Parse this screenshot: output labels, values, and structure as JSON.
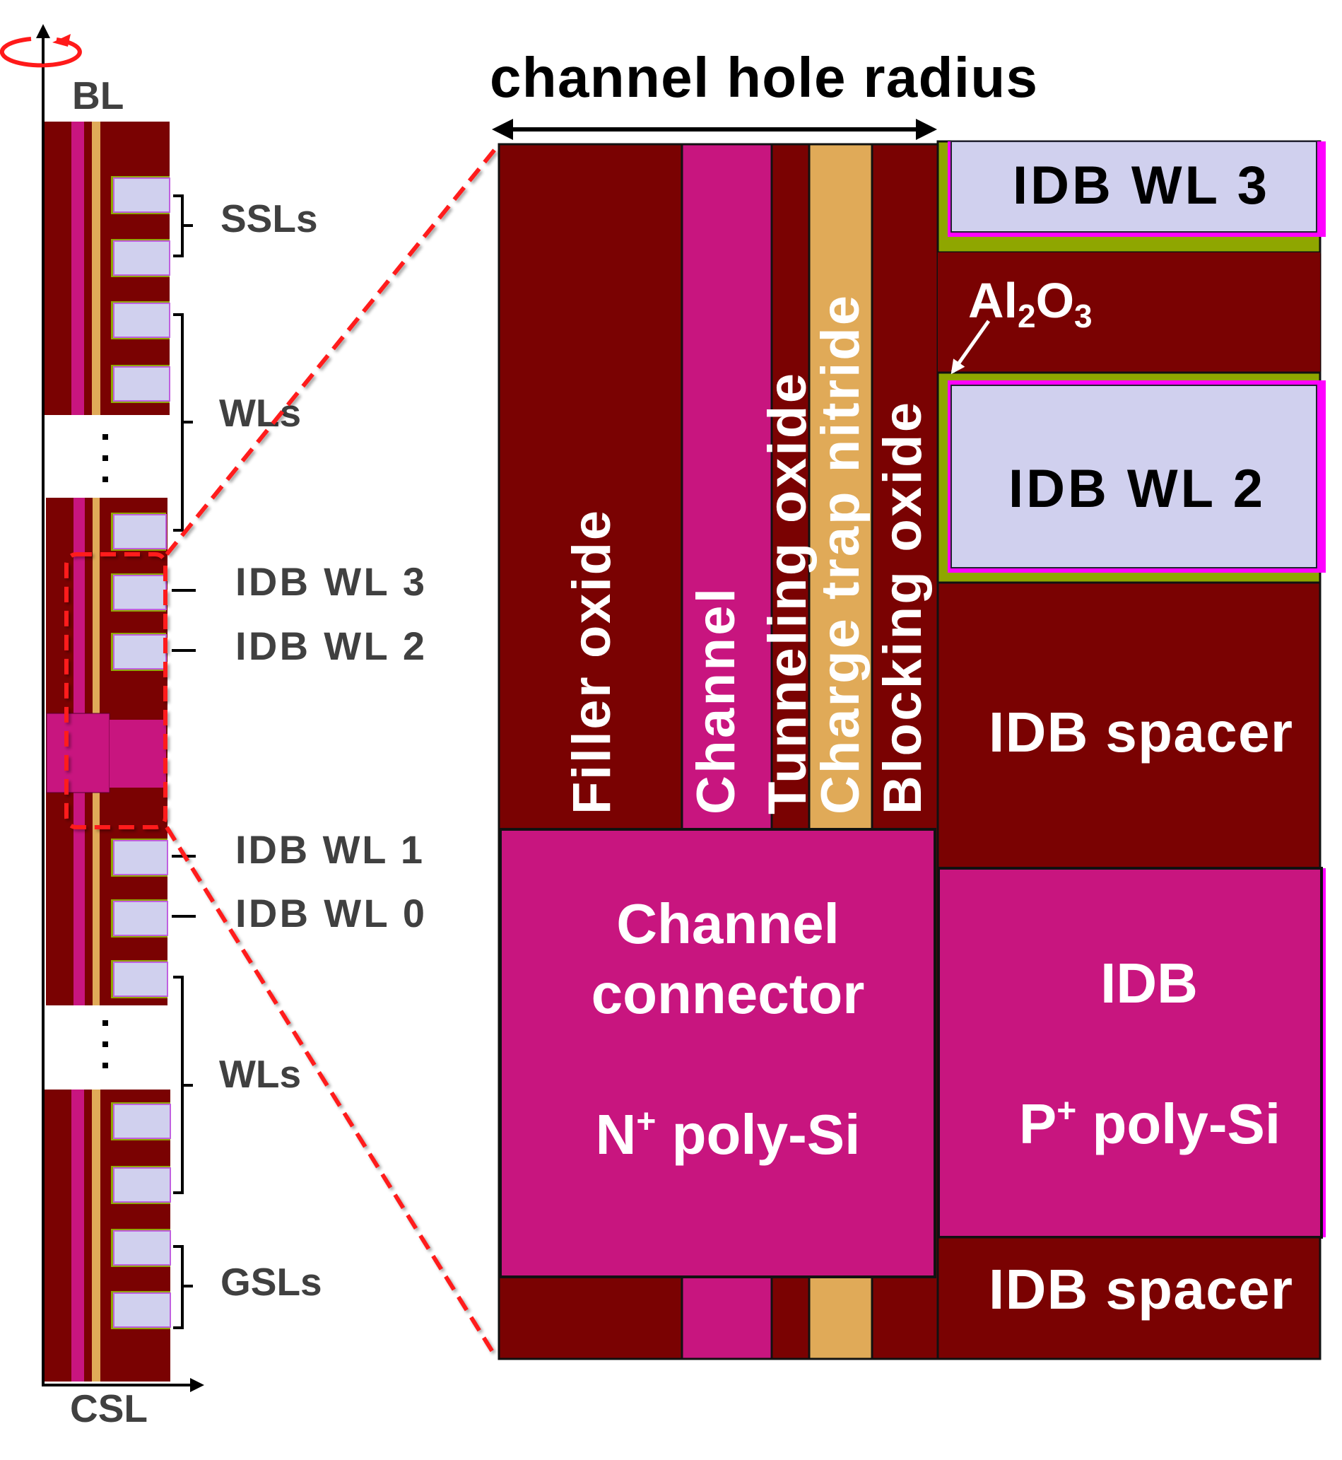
{
  "colors": {
    "oxide": "#7a0202",
    "poly_si": "#c8157f",
    "nitride": "#e0aa58",
    "gate_metal": "#d0d0ee",
    "al2o3": "#8fa600",
    "gate_edge": "#ff00ff",
    "highlight": "#ff1a1a",
    "label_gray": "#404040"
  },
  "left_view": {
    "top_terminal": "BL",
    "bottom_terminal": "CSL",
    "rotation_icon": "rotation-arrow-icon",
    "group_labels": {
      "ssl": "SSLs",
      "wl_upper": "WLs",
      "wl_lower": "WLs",
      "gsl": "GSLs"
    },
    "idb_labels": [
      "IDB WL 3",
      "IDB WL 2",
      "IDB WL 1",
      "IDB WL 0"
    ]
  },
  "detail_view": {
    "title": "channel hole radius",
    "vertical_layers": [
      "Filler oxide",
      "Channel",
      "Tunneling oxide",
      "Charge trap nitride",
      "Blocking oxide"
    ],
    "gates": [
      "IDB WL 3",
      "IDB WL 2"
    ],
    "al2o3": {
      "base": "Al",
      "sub1": "2",
      "mid": "O",
      "sub2": "3"
    },
    "spacer_upper": "IDB spacer",
    "spacer_lower": "IDB spacer",
    "connector": {
      "line1": "Channel",
      "line2": "connector",
      "dopant": "N",
      "sup": "+",
      "material": " poly-Si"
    },
    "idb": {
      "line1": "IDB",
      "dopant": "P",
      "sup": "+",
      "material": " poly-Si"
    }
  }
}
